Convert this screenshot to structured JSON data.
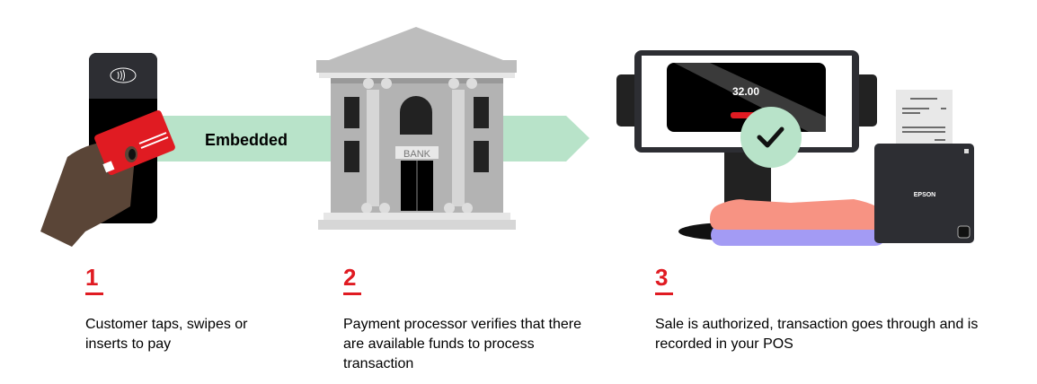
{
  "diagram": {
    "arrow_label": "Embedded",
    "bank_sign": "BANK",
    "pos_amount": "32.00",
    "printer_brand": "EPSON",
    "colors": {
      "accent_red": "#e01b22",
      "arrow_green": "#b8e3c9",
      "dark": "#2d2e33"
    }
  },
  "steps": [
    {
      "number": "1",
      "text": "Customer taps, swipes or inserts to pay"
    },
    {
      "number": "2",
      "text": "Payment processor verifies that there are available funds to process transaction"
    },
    {
      "number": "3",
      "text": "Sale is authorized, transaction goes through and is recorded in your POS"
    }
  ]
}
